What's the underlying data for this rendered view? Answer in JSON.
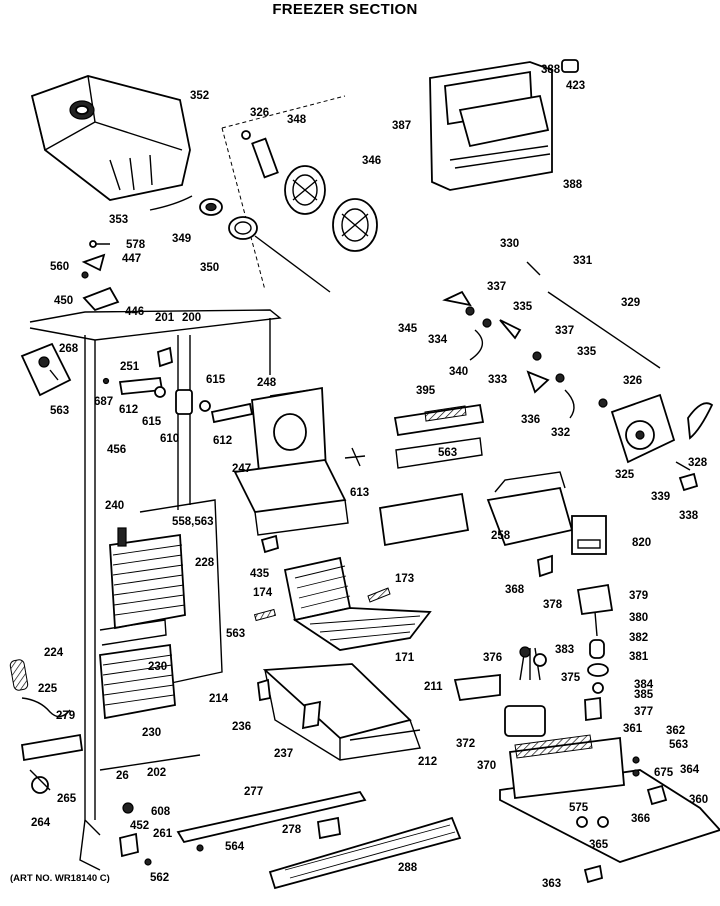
{
  "title": "FREEZER SECTION",
  "art_number": "(ART NO. WR18140 C)",
  "callouts": [
    {
      "id": "352",
      "label": "352"
    },
    {
      "id": "326a",
      "label": "326"
    },
    {
      "id": "348",
      "label": "348"
    },
    {
      "id": "346",
      "label": "346"
    },
    {
      "id": "388a",
      "label": "388"
    },
    {
      "id": "423",
      "label": "423"
    },
    {
      "id": "387",
      "label": "387"
    },
    {
      "id": "388b",
      "label": "388"
    },
    {
      "id": "353",
      "label": "353"
    },
    {
      "id": "349",
      "label": "349"
    },
    {
      "id": "350",
      "label": "350"
    },
    {
      "id": "578",
      "label": "578"
    },
    {
      "id": "560",
      "label": "560"
    },
    {
      "id": "447",
      "label": "447"
    },
    {
      "id": "450",
      "label": "450"
    },
    {
      "id": "446",
      "label": "446"
    },
    {
      "id": "201",
      "label": "201"
    },
    {
      "id": "200",
      "label": "200"
    },
    {
      "id": "330",
      "label": "330"
    },
    {
      "id": "331",
      "label": "331"
    },
    {
      "id": "337a",
      "label": "337"
    },
    {
      "id": "335a",
      "label": "335"
    },
    {
      "id": "329",
      "label": "329"
    },
    {
      "id": "345",
      "label": "345"
    },
    {
      "id": "334",
      "label": "334"
    },
    {
      "id": "340",
      "label": "340"
    },
    {
      "id": "333",
      "label": "333"
    },
    {
      "id": "337b",
      "label": "337"
    },
    {
      "id": "335b",
      "label": "335"
    },
    {
      "id": "268",
      "label": "268"
    },
    {
      "id": "251",
      "label": "251"
    },
    {
      "id": "563a",
      "label": "563"
    },
    {
      "id": "687",
      "label": "687"
    },
    {
      "id": "612a",
      "label": "612"
    },
    {
      "id": "615a",
      "label": "615"
    },
    {
      "id": "615b",
      "label": "615"
    },
    {
      "id": "610",
      "label": "610"
    },
    {
      "id": "612b",
      "label": "612"
    },
    {
      "id": "248",
      "label": "248"
    },
    {
      "id": "395",
      "label": "395"
    },
    {
      "id": "336",
      "label": "336"
    },
    {
      "id": "332",
      "label": "332"
    },
    {
      "id": "326b",
      "label": "326"
    },
    {
      "id": "325",
      "label": "325"
    },
    {
      "id": "328",
      "label": "328"
    },
    {
      "id": "456",
      "label": "456"
    },
    {
      "id": "563b",
      "label": "563"
    },
    {
      "id": "247",
      "label": "247"
    },
    {
      "id": "613",
      "label": "613"
    },
    {
      "id": "339",
      "label": "339"
    },
    {
      "id": "338",
      "label": "338"
    },
    {
      "id": "240",
      "label": "240"
    },
    {
      "id": "558_563",
      "label": "558,563"
    },
    {
      "id": "258",
      "label": "258"
    },
    {
      "id": "820",
      "label": "820"
    },
    {
      "id": "228",
      "label": "228"
    },
    {
      "id": "435",
      "label": "435"
    },
    {
      "id": "173",
      "label": "173"
    },
    {
      "id": "368",
      "label": "368"
    },
    {
      "id": "174",
      "label": "174"
    },
    {
      "id": "378",
      "label": "378"
    },
    {
      "id": "379",
      "label": "379"
    },
    {
      "id": "563c",
      "label": "563"
    },
    {
      "id": "380",
      "label": "380"
    },
    {
      "id": "382",
      "label": "382"
    },
    {
      "id": "171",
      "label": "171"
    },
    {
      "id": "230a",
      "label": "230"
    },
    {
      "id": "376",
      "label": "376"
    },
    {
      "id": "383",
      "label": "383"
    },
    {
      "id": "381",
      "label": "381"
    },
    {
      "id": "224",
      "label": "224"
    },
    {
      "id": "375",
      "label": "375"
    },
    {
      "id": "211",
      "label": "211"
    },
    {
      "id": "384",
      "label": "384"
    },
    {
      "id": "385",
      "label": "385"
    },
    {
      "id": "225",
      "label": "225"
    },
    {
      "id": "214",
      "label": "214"
    },
    {
      "id": "377",
      "label": "377"
    },
    {
      "id": "279",
      "label": "279"
    },
    {
      "id": "236",
      "label": "236"
    },
    {
      "id": "230b",
      "label": "230"
    },
    {
      "id": "372",
      "label": "372"
    },
    {
      "id": "361",
      "label": "361"
    },
    {
      "id": "362",
      "label": "362"
    },
    {
      "id": "237",
      "label": "237"
    },
    {
      "id": "563d",
      "label": "563"
    },
    {
      "id": "212",
      "label": "212"
    },
    {
      "id": "370",
      "label": "370"
    },
    {
      "id": "26",
      "label": "26"
    },
    {
      "id": "202",
      "label": "202"
    },
    {
      "id": "675",
      "label": "675"
    },
    {
      "id": "364",
      "label": "364"
    },
    {
      "id": "265",
      "label": "265"
    },
    {
      "id": "277",
      "label": "277"
    },
    {
      "id": "360",
      "label": "360"
    },
    {
      "id": "608",
      "label": "608"
    },
    {
      "id": "264",
      "label": "264"
    },
    {
      "id": "575",
      "label": "575"
    },
    {
      "id": "452",
      "label": "452"
    },
    {
      "id": "261",
      "label": "261"
    },
    {
      "id": "278",
      "label": "278"
    },
    {
      "id": "366",
      "label": "366"
    },
    {
      "id": "564",
      "label": "564"
    },
    {
      "id": "365",
      "label": "365"
    },
    {
      "id": "562",
      "label": "562"
    },
    {
      "id": "288",
      "label": "288"
    },
    {
      "id": "363",
      "label": "363"
    }
  ]
}
